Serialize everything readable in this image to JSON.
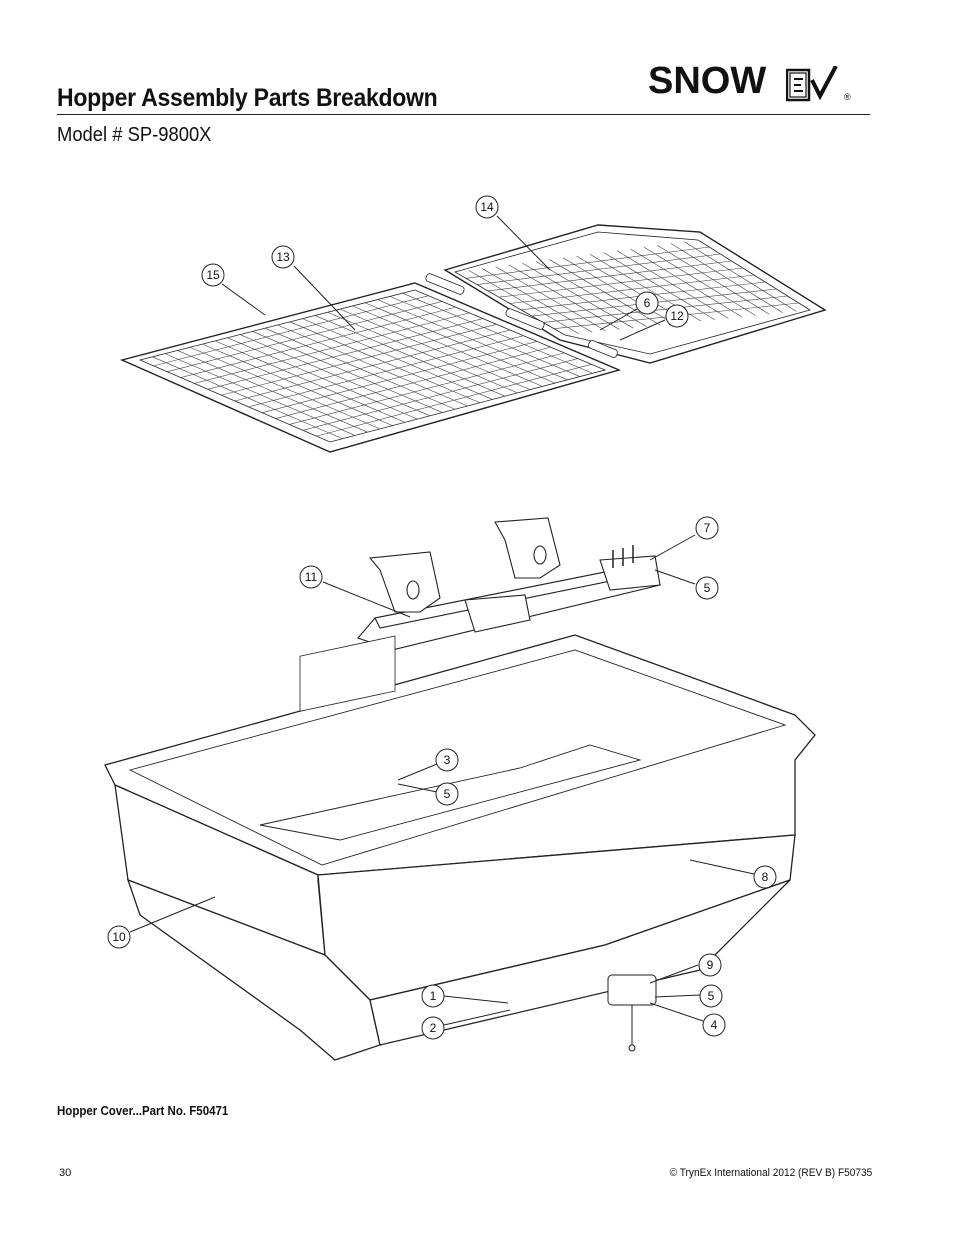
{
  "header": {
    "title": "Hopper Assembly Parts Breakdown",
    "model": "Model # SP-9800X",
    "logo": {
      "word": "SNOW",
      "ex": "EX",
      "reg": "®",
      "icon": "checkmark-icon"
    }
  },
  "callouts": [
    {
      "id": "c15",
      "label": "15"
    },
    {
      "id": "c13",
      "label": "13"
    },
    {
      "id": "c14",
      "label": "14"
    },
    {
      "id": "c6",
      "label": "6"
    },
    {
      "id": "c12",
      "label": "12"
    },
    {
      "id": "c7",
      "label": "7"
    },
    {
      "id": "c11",
      "label": "11"
    },
    {
      "id": "c5a",
      "label": "5"
    },
    {
      "id": "c3",
      "label": "3"
    },
    {
      "id": "c5b",
      "label": "5"
    },
    {
      "id": "c8",
      "label": "8"
    },
    {
      "id": "c10",
      "label": "10"
    },
    {
      "id": "c9",
      "label": "9"
    },
    {
      "id": "c1",
      "label": "1"
    },
    {
      "id": "c5c",
      "label": "5"
    },
    {
      "id": "c2",
      "label": "2"
    },
    {
      "id": "c4",
      "label": "4"
    }
  ],
  "note": "Hopper Cover...Part No. F50471",
  "footer": {
    "page": "30",
    "copyright": "© TrynEx International 2012  (REV B) F50735"
  }
}
